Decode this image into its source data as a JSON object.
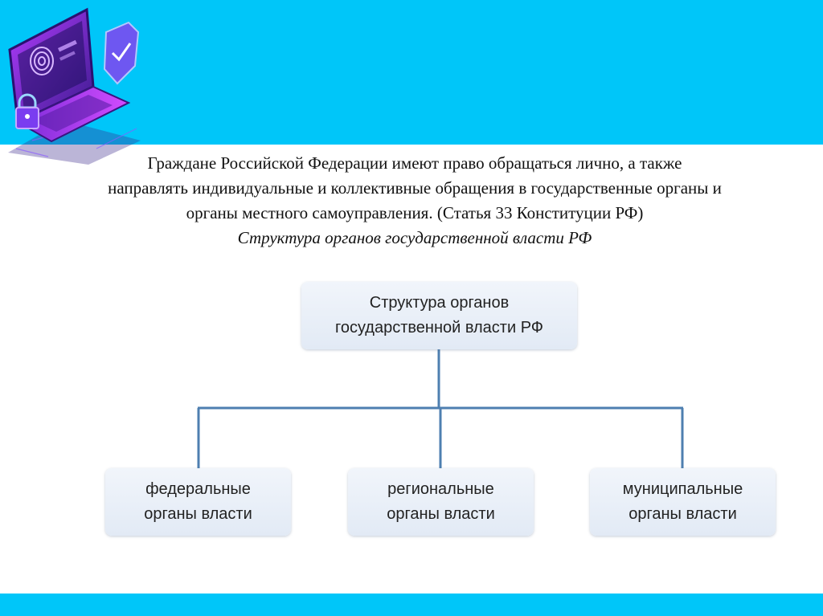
{
  "colors": {
    "band": "#00c6f9",
    "connector": "#4e7fb0",
    "box_fill": "#e8eef7"
  },
  "illustration": {
    "icon": "laptop-shield-fingerprint-lock-icon"
  },
  "intro": {
    "line1": "Граждане Российской Федерации имеют право обращаться лично, а также",
    "line2": "направлять индивидуальные и коллективные обращения в государственные органы и",
    "line3": "органы местного самоуправления. (Статья 33 Конституции РФ)"
  },
  "subtitle": "Структура органов государственной власти РФ",
  "diagram": {
    "root": {
      "line1": "Структура органов",
      "line2": "государственной власти РФ"
    },
    "children": [
      {
        "line1": "федеральные",
        "line2": "органы власти"
      },
      {
        "line1": "региональные",
        "line2": "органы власти"
      },
      {
        "line1": "муниципальные",
        "line2": "органы власти"
      }
    ]
  }
}
